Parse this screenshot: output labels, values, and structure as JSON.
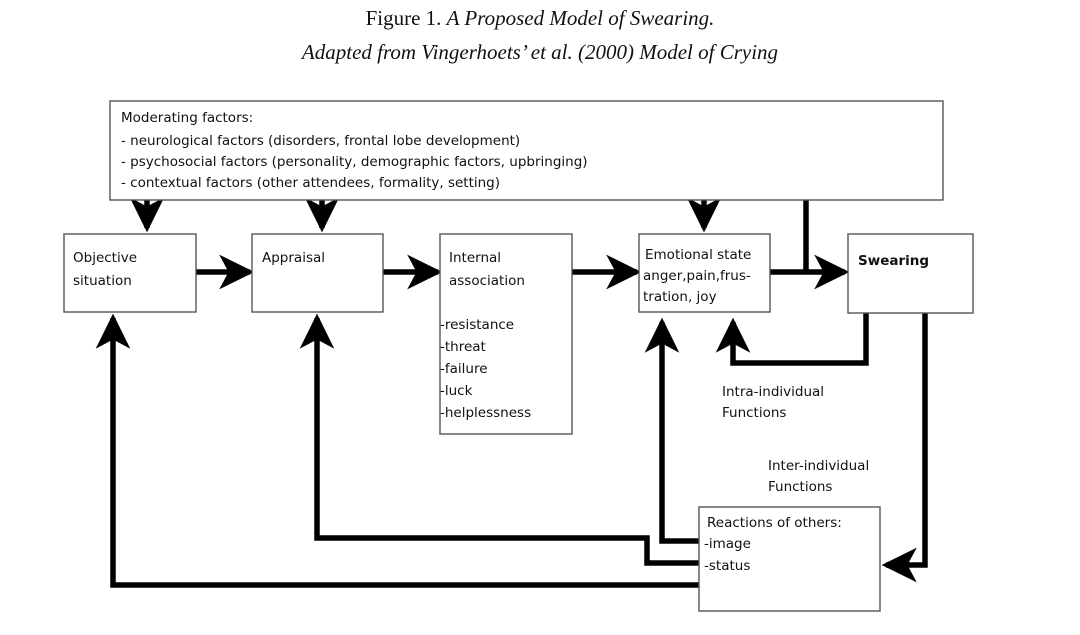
{
  "figure": {
    "caption_prefix": "Figure 1.",
    "caption_title": "A Proposed Model of Swearing.",
    "caption_subtitle": "Adapted from Vingerhoets’ et al. (2000) Model of Crying"
  },
  "nodes": {
    "moderating": {
      "heading": "Moderating factors:",
      "items": [
        "- neurological factors (disorders, frontal lobe development)",
        "- psychosocial factors (personality, demographic factors, upbringing)",
        "- contextual factors (other attendees, formality, setting)"
      ]
    },
    "objective_situation": {
      "line1": "Objective",
      "line2": "situation"
    },
    "appraisal": {
      "line1": "Appraisal"
    },
    "internal_association": {
      "line1": "Internal",
      "line2": "association",
      "items": [
        "-resistance",
        "-threat",
        "-failure",
        "-luck",
        "-helplessness"
      ]
    },
    "emotional_state": {
      "line1": "Emotional state",
      "line2": "anger,pain,frus-",
      "line3": "tration, joy"
    },
    "swearing": {
      "line1": "Swearing"
    },
    "reactions": {
      "heading": "Reactions of others:",
      "items": [
        "-image",
        "-status"
      ]
    }
  },
  "labels": {
    "intra": {
      "line1": "Intra-individual",
      "line2": "Functions"
    },
    "inter": {
      "line1": "Inter-individual",
      "line2": "Functions"
    }
  },
  "colors": {
    "background": "#ffffff",
    "box_border": "#555555",
    "arrow": "#000000",
    "text": "#111111"
  }
}
